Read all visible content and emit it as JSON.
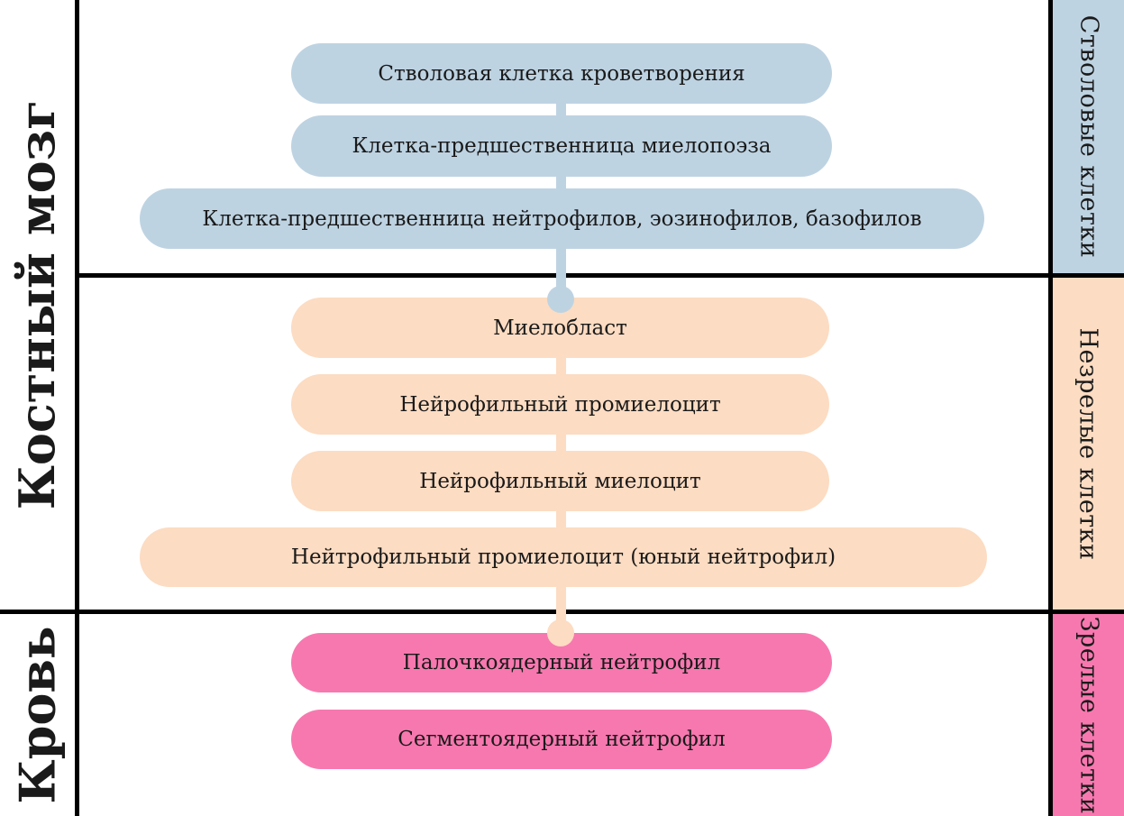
{
  "left_axis": {
    "bone_marrow": "Костный мозг",
    "blood": "Кровь"
  },
  "right_axis": {
    "stem": "Стволовые клетки",
    "immature": "Незрелые клетки",
    "mature": "Зрелые клетки"
  },
  "stages": [
    {
      "label": "Стволовая клетка кроветворения",
      "group": "stem-cells",
      "location": "bone-marrow"
    },
    {
      "label": "Клетка-предшественница миелопоэза",
      "group": "stem-cells",
      "location": "bone-marrow"
    },
    {
      "label": "Клетка-предшественница нейтрофилов, эозинофилов, базофилов",
      "group": "stem-cells",
      "location": "bone-marrow"
    },
    {
      "label": "Миелобласт",
      "group": "immature-cells",
      "location": "bone-marrow"
    },
    {
      "label": "Нейрофильный промиелоцит",
      "group": "immature-cells",
      "location": "bone-marrow"
    },
    {
      "label": "Нейрофильный миелоцит",
      "group": "immature-cells",
      "location": "bone-marrow"
    },
    {
      "label": "Нейтрофильный промиелоцит (юный нейтрофил)",
      "group": "immature-cells",
      "location": "bone-marrow"
    },
    {
      "label": "Палочкоядерный нейтрофил",
      "group": "mature-cells",
      "location": "blood"
    },
    {
      "label": "Сегментоядерный нейтрофил",
      "group": "mature-cells",
      "location": "blood"
    }
  ],
  "colors": {
    "stem": "#bed3e2",
    "immature": "#fcdcc2",
    "mature": "#f778af",
    "line": "#000000",
    "text": "#1a1a1a"
  }
}
